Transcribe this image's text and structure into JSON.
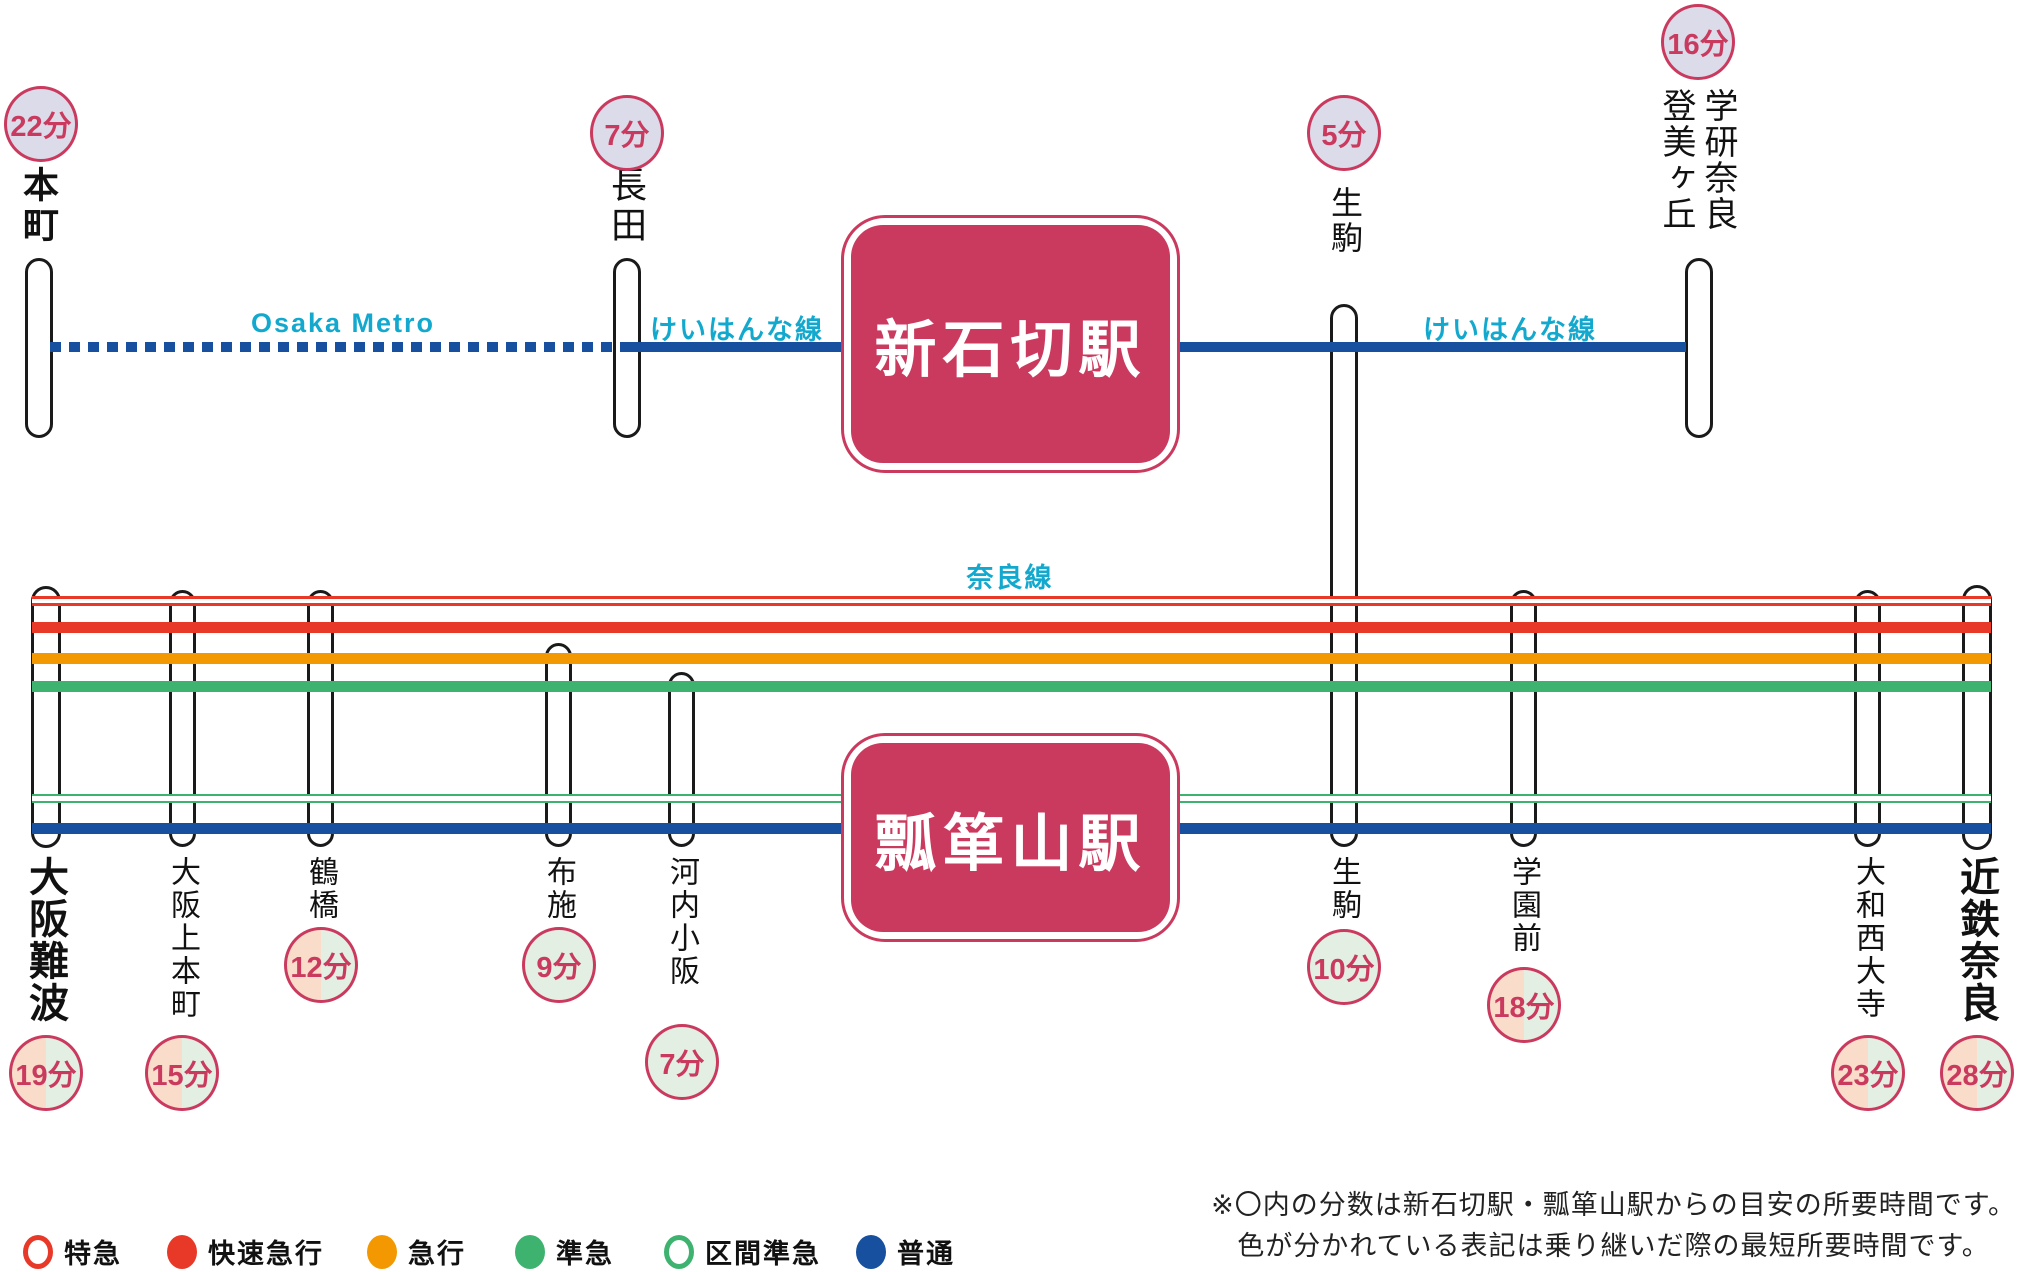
{
  "colors": {
    "crimson": "#ca3a5e",
    "red": "#e83828",
    "orange": "#f39800",
    "green": "#3eb370",
    "blue": "#17509e",
    "teal": "#13a9ce",
    "lavender": "#dbdbea",
    "peach": "#fadcca",
    "palegreen": "#e3efe3"
  },
  "top_section": {
    "metro_label": "Osaka Metro",
    "keihanna_label_left": "けいはんな線",
    "keihanna_label_right": "けいはんな線",
    "hub_name": "新石切駅",
    "stations": [
      {
        "name": "本町",
        "time": "22分"
      },
      {
        "name": "長田",
        "time": "7分"
      },
      {
        "name": "生駒",
        "time": "5分"
      },
      {
        "name": "学研奈良登美ヶ丘",
        "time": "16分"
      }
    ]
  },
  "bottom_section": {
    "line_label": "奈良線",
    "hub_name": "瓢箪山駅",
    "stations": [
      {
        "name": "大阪難波",
        "time": "19分"
      },
      {
        "name": "大阪上本町",
        "time": "15分"
      },
      {
        "name": "鶴橋",
        "time": "12分"
      },
      {
        "name": "布施",
        "time": "9分"
      },
      {
        "name": "河内小阪",
        "time": "7分"
      },
      {
        "name": "生駒",
        "time": "10分"
      },
      {
        "name": "学園前",
        "time": "18分"
      },
      {
        "name": "大和西大寺",
        "time": "23分"
      },
      {
        "name": "近鉄奈良",
        "time": "28分"
      }
    ]
  },
  "legend": {
    "items": [
      {
        "label": "特急"
      },
      {
        "label": "快速急行"
      },
      {
        "label": "急行"
      },
      {
        "label": "準急"
      },
      {
        "label": "区間準急"
      },
      {
        "label": "普通"
      }
    ]
  },
  "note": {
    "line1": "※〇内の分数は新石切駅・瓢箪山駅からの目安の所要時間です。",
    "line2": "色が分かれている表記は乗り継いだ際の最短所要時間です。"
  }
}
